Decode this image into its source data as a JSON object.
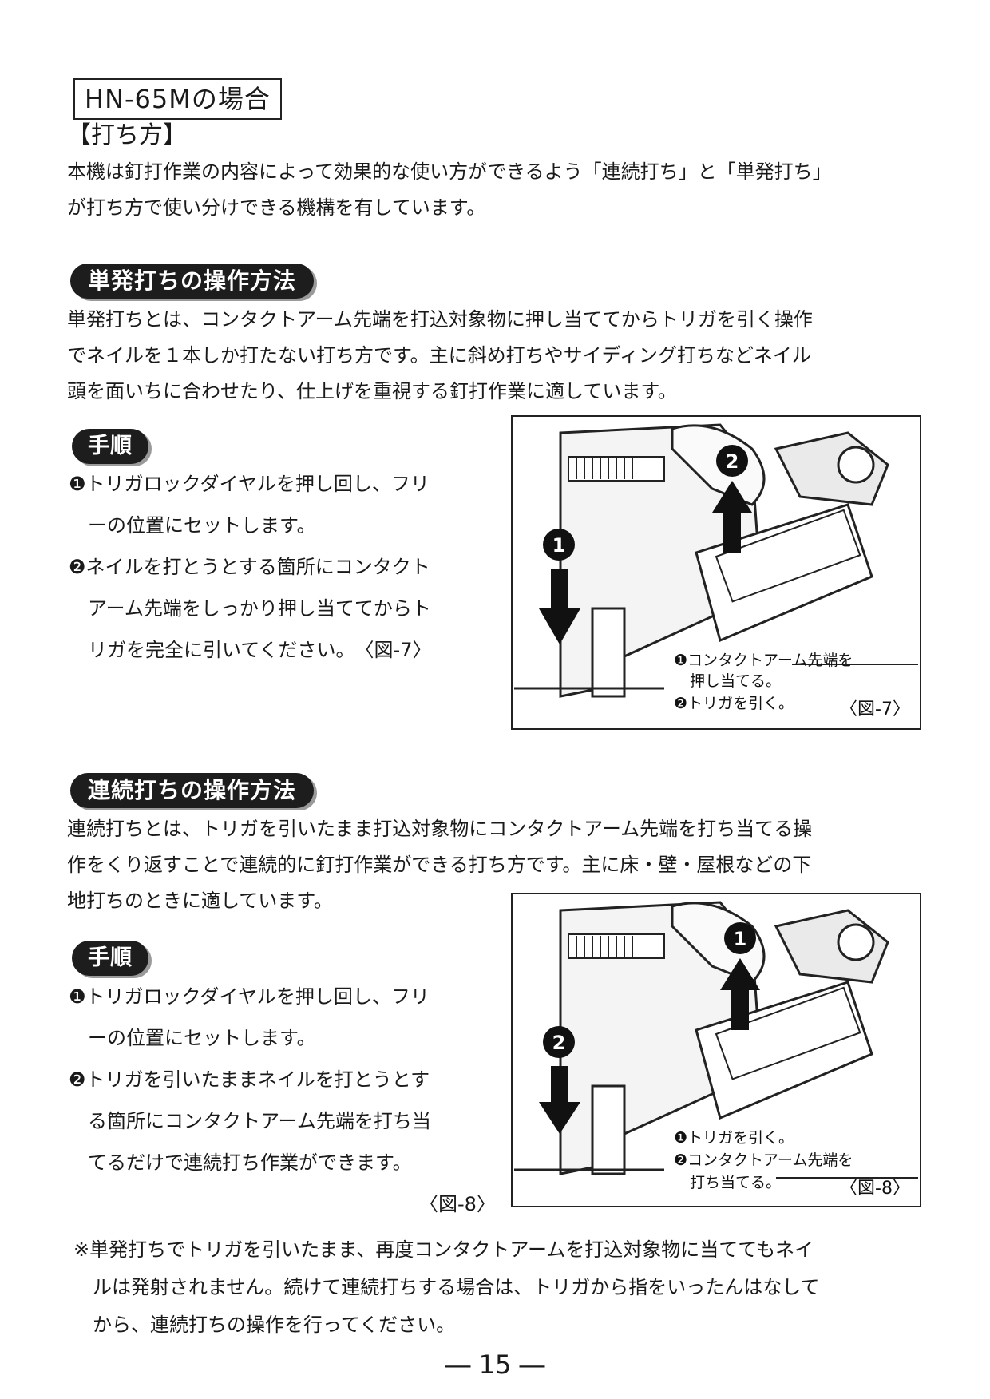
{
  "header": {
    "model_title": "HN-65Mの場合",
    "section_title": "【打ち方】"
  },
  "intro": {
    "lines": [
      "本機は釘打作業の内容によって効果的な使い方ができるよう「連続打ち」と「単発打ち」",
      "が打ち方で使い分けできる機構を有しています。"
    ]
  },
  "single": {
    "heading": "単発打ちの操作方法",
    "desc_lines": [
      "単発打ちとは、コンタクトアーム先端を打込対象物に押し当ててからトリガを引く操作",
      "でネイルを１本しか打たない打ち方です。主に斜め打ちやサイディング打ちなどネイル",
      "頭を面いちに合わせたり、仕上げを重視する釘打作業に適しています。"
    ],
    "steps_heading": "手順",
    "steps": [
      "❶トリガロックダイヤルを押し回し、フリ",
      "　ーの位置にセットします。",
      "❷ネイルを打とうとする箇所にコンタクト",
      "　アーム先端をしっかり押し当ててからト",
      "　リガを完全に引いてください。　〈図-7〉"
    ],
    "figure": {
      "label_1a": "❶コンタクトアーム先端を",
      "label_1b": "押し当てる。",
      "label_2": "❷トリガを引く。",
      "caption": "〈図-7〉",
      "marker_down": "1",
      "marker_up": "2"
    }
  },
  "continuous": {
    "heading": "連続打ちの操作方法",
    "desc_lines": [
      "連続打ちとは、トリガを引いたまま打込対象物にコンタクトアーム先端を打ち当てる操",
      "作をくり返すことで連続的に釘打作業ができる打ち方です。主に床・壁・屋根などの下",
      "地打ちのときに適しています。"
    ],
    "steps_heading": "手順",
    "steps": [
      "❶トリガロックダイヤルを押し回し、フリ",
      "　ーの位置にセットします。",
      "❷トリガを引いたままネイルを打とうとす",
      "　る箇所にコンタクトアーム先端を打ち当",
      "　てるだけで連続打ち作業ができます。"
    ],
    "steps_ref": "〈図-8〉",
    "figure": {
      "label_1": "❶トリガを引く。",
      "label_2a": "❷コンタクトアーム先端を",
      "label_2b": "打ち当てる。",
      "caption": "〈図-8〉",
      "marker_down": "2",
      "marker_up": "1"
    }
  },
  "note": {
    "lines": [
      "※単発打ちでトリガを引いたまま、再度コンタクトアームを打込対象物に当ててもネイ",
      "　ルは発射されません。続けて連続打ちする場合は、トリガから指をいったんはなして",
      "　から、連続打ちの操作を行ってください。"
    ]
  },
  "page_number": "― 15 ―"
}
